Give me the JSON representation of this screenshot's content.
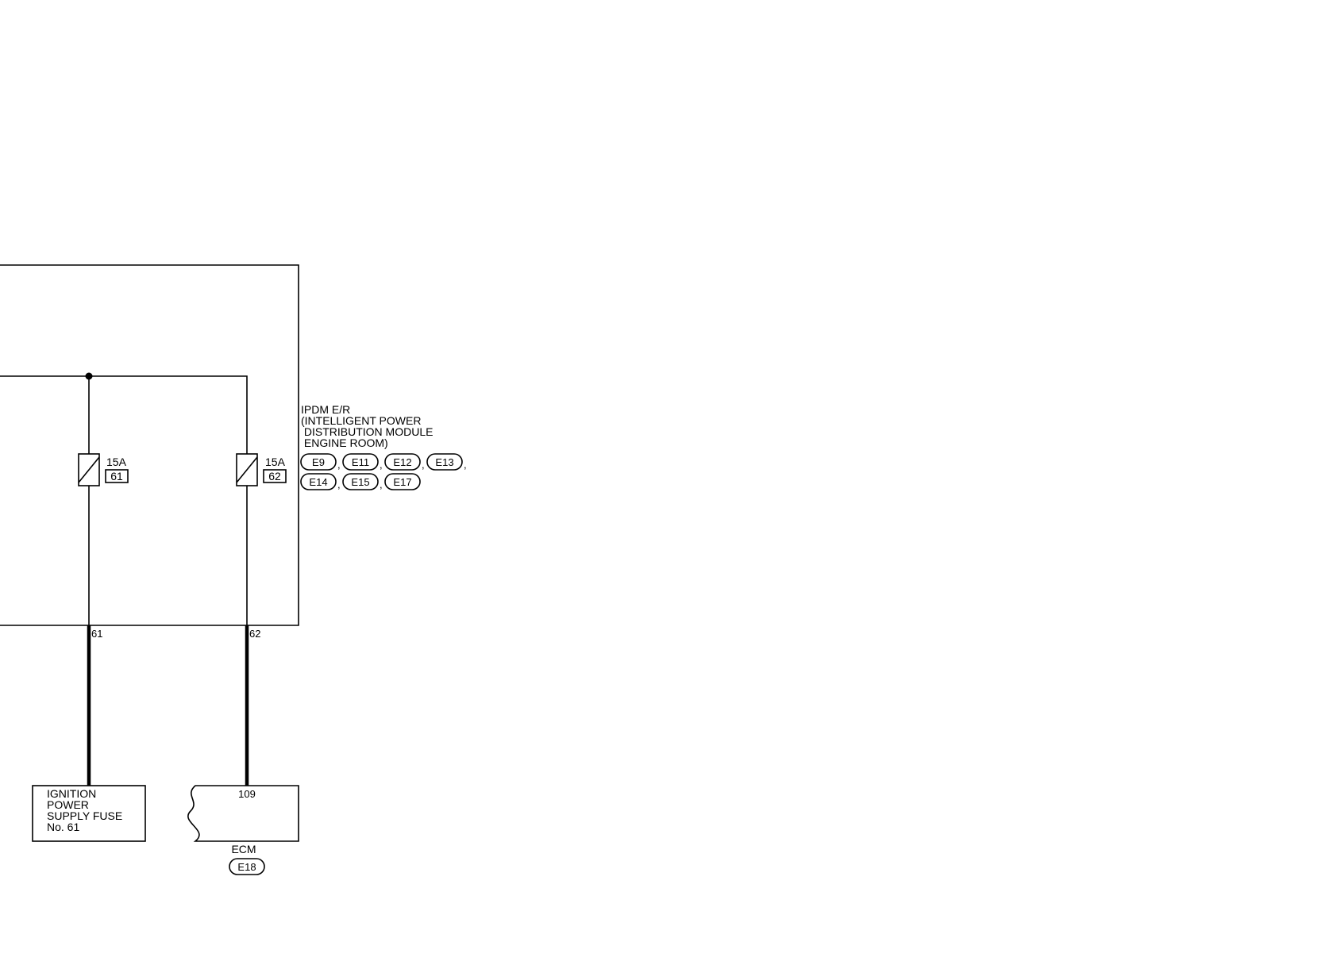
{
  "module": {
    "lines": [
      "IPDM E/R",
      "(INTELLIGENT POWER",
      " DISTRIBUTION MODULE",
      " ENGINE ROOM)"
    ],
    "connectors_row1": [
      "E9",
      "E11",
      "E12",
      "E13"
    ],
    "connectors_row2": [
      "E14",
      "E15",
      "E17"
    ]
  },
  "fuses": [
    {
      "rating": "15A",
      "number": "61",
      "pin": "61"
    },
    {
      "rating": "15A",
      "number": "62",
      "pin": "62"
    }
  ],
  "ignition_box": {
    "lines": [
      "IGNITION",
      "POWER",
      "SUPPLY FUSE",
      "No. 61"
    ]
  },
  "ecm": {
    "pin": "109",
    "label": "ECM",
    "connector": "E18"
  }
}
